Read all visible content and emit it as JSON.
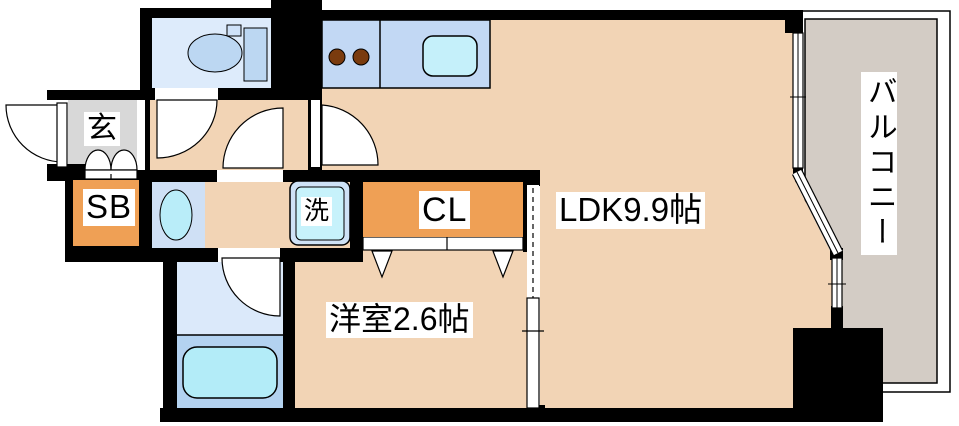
{
  "floorplan": {
    "rooms": {
      "genkan": {
        "label": "玄"
      },
      "shoe_box": {
        "label": "SB"
      },
      "laundry": {
        "label": "洗"
      },
      "closet": {
        "label": "CL"
      },
      "ldk": {
        "label": "LDK9.9帖"
      },
      "western_room": {
        "label": "洋室2.6帖"
      },
      "balcony": {
        "label": "バルコニー"
      }
    },
    "colors": {
      "wall_black": "#000000",
      "floor_peach": "#f2d4b5",
      "genkan_gray": "#d8d8d8",
      "storage_orange": "#efa055",
      "balcony_gray": "#d3ccc5",
      "counter_blue": "#c2d8f4",
      "toilet_room_blue": "#ddebfb",
      "fixture_blue": "#bcd7f2",
      "water_cyan": "#c5f0fa",
      "bath_lower_blue": "#b3d2f0",
      "tub_cyan": "#b3ecf8",
      "washbasin_room_blue": "#cfe0f5",
      "burner_brown": "#7a3b0e",
      "label_bg": "#ffffff",
      "text": "#000000"
    },
    "fixtures": [
      "toilet",
      "kitchen-stove",
      "kitchen-sink",
      "washbasin",
      "washing-machine-space",
      "bathtub"
    ]
  }
}
